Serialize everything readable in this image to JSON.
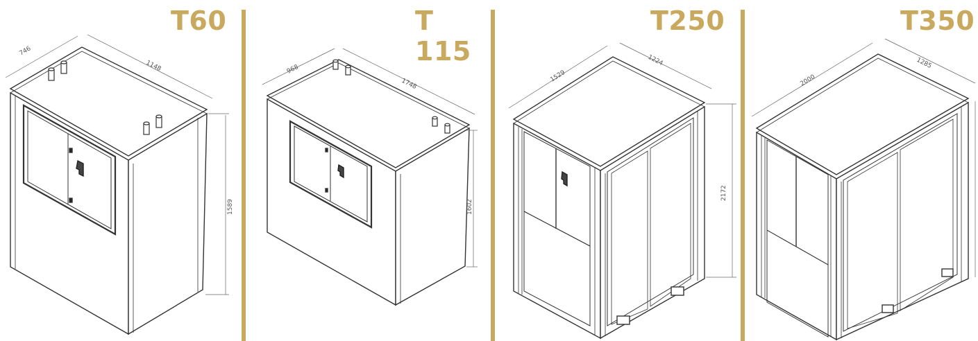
{
  "models": [
    {
      "title": "T60",
      "dims": {
        "width": "746",
        "depth": "1148",
        "height": "1589"
      }
    },
    {
      "title": "T 115",
      "dims": {
        "width": "968",
        "depth": "1748",
        "height": "1602"
      }
    },
    {
      "title": "T250",
      "dims": {
        "width": "1529",
        "depth": "1224",
        "height": "2172"
      }
    },
    {
      "title": "T350",
      "dims": {
        "width": "2000",
        "depth": "1285",
        "height": ""
      }
    }
  ],
  "colors": {
    "accent": "#c9a95d",
    "line": "#333333"
  }
}
